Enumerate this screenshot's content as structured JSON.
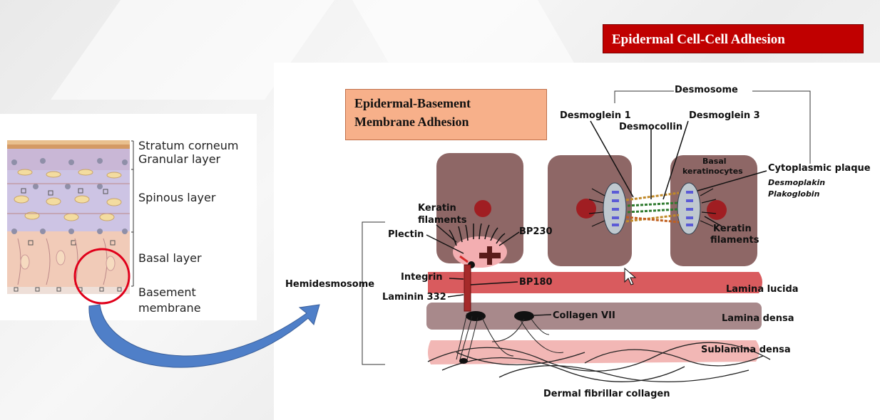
{
  "slide": {
    "title": "Epidermal Cell-Cell Adhesion",
    "box_title_line1": "Epidermal-Basement",
    "box_title_line2": "Membrane Adhesion"
  },
  "skin_layers": [
    "Stratum corneum",
    "Granular layer",
    "Spinous layer",
    "Basal layer",
    "Basement",
    "membrane"
  ],
  "desmosome": {
    "title": "Desmosome",
    "desmoglein1": "Desmoglein 1",
    "desmoglein3": "Desmoglein 3",
    "desmocollin": "Desmocollin",
    "basal1": "Basal",
    "basal2": "keratinocytes",
    "plaque": "Cytoplasmic plaque",
    "desmoplakin": "Desmoplakin",
    "plakoglobin": "Plakoglobin",
    "keratin_right1": "Keratin",
    "keratin_right2": "filaments"
  },
  "hemidesmosome": {
    "title": "Hemidesmosome",
    "keratin1": "Keratin",
    "keratin2": "filaments",
    "plectin": "Plectin",
    "bp230": "BP230",
    "integrin": "Integrin",
    "bp180": "BP180",
    "laminin": "Laminin 332",
    "collagen7": "Collagen VII"
  },
  "layers": {
    "lucida": "Lamina lucida",
    "densa": "Lamina densa",
    "sublamina": "Sublamina densa",
    "dermal": "Dermal fibrillar collagen"
  },
  "colors": {
    "banner": "#c00000",
    "cell": "#8e6766",
    "lucida": "#d95b5e",
    "densa": "#a8898b",
    "sublamina": "#f2b7b5"
  }
}
